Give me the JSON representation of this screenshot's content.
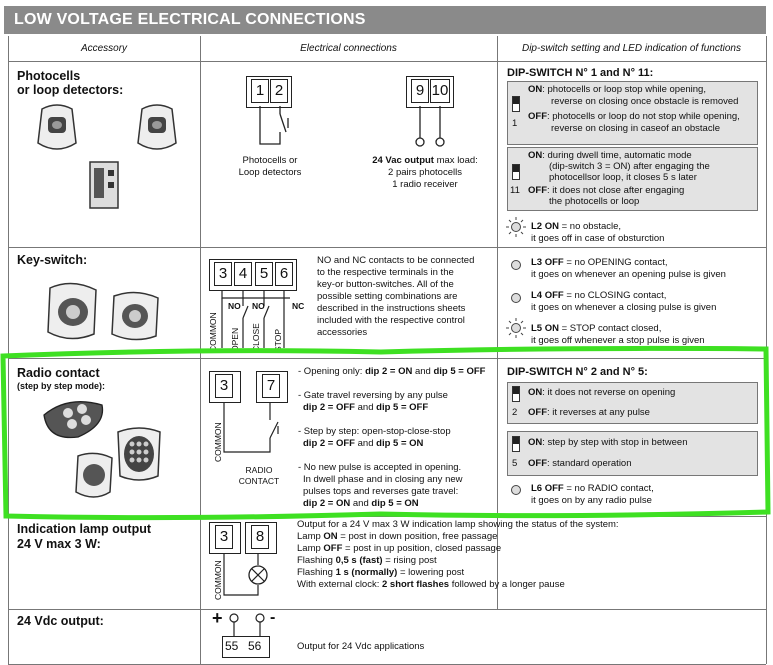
{
  "title": "LOW VOLTAGE ELECTRICAL CONNECTIONS",
  "headers": {
    "accessory": "Accessory",
    "connections": "Electrical connections",
    "dipswitch": "Dip-switch setting and LED indication of functions"
  },
  "photocells": {
    "name_l1": "Photocells",
    "name_l2": "or loop detectors:",
    "terms_a": [
      "1",
      "2"
    ],
    "terms_b": [
      "9",
      "10"
    ],
    "caption_a_l1": "Photocells or",
    "caption_a_l2": "Loop detectors",
    "caption_b_bold": "24 Vac output",
    "caption_b_rest": " max load:",
    "caption_b_l2": "2 pairs photocells",
    "caption_b_l3": "1 radio receiver",
    "dip_title": "DIP-SWITCH N° 1 and N° 11:",
    "dip1_num": "1",
    "dip1_on_key": "ON",
    "dip1_on": ": photocells or loop stop while opening,",
    "dip1_on_2": "reverse on closing once obstacle is removed",
    "dip1_off_key": "OFF",
    "dip1_off": ": photocells or loop do not stop while opening,",
    "dip1_off_2": "reverse on closing in caseof an obstacle",
    "dip11_num": "11",
    "dip11_on_key": "ON",
    "dip11_on": ": during dwell time, automatic mode",
    "dip11_on_2": "(dip-switch 3 = ON) after engaging the",
    "dip11_on_3": "photocellsor loop, it closes 5 s later",
    "dip11_off_key": "OFF",
    "dip11_off": ": it does not close after engaging",
    "dip11_off_2": "the photocells or loop",
    "led_key": "L2 ON",
    "led": " = no obstacle,",
    "led_2": "it goes off in case of obsturction"
  },
  "keyswitch": {
    "name": "Key-switch:",
    "terms": [
      "3",
      "4",
      "5",
      "6"
    ],
    "no1": "NO",
    "no2": "NO",
    "nc": "NC",
    "labels": [
      "COMMON",
      "OPEN",
      "CLOSE",
      "STOP"
    ],
    "desc": [
      "NO and NC contacts to be connected",
      "to the respective terminals in the",
      "key-or button-switches. All of the",
      "possible setting combinations are",
      "described in the instructions sheets",
      "included with the respective control",
      "accessories"
    ],
    "l3_key": "L3 OFF",
    "l3": " = no OPENING contact,",
    "l3_2": "it goes on whenever an opening pulse is given",
    "l4_key": "L4 OFF",
    "l4": " = no CLOSING contact,",
    "l4_2": "it goes on whenever a closing pulse is given",
    "l5_key": "L5 ON",
    "l5": " = STOP contact closed,",
    "l5_2": "it goes off whenever a stop pulse is given"
  },
  "radio": {
    "name": "Radio contact",
    "sub": "(step by step mode):",
    "terms": [
      "3",
      "7"
    ],
    "common": "COMMON",
    "contact_l1": "RADIO",
    "contact_l2": "CONTACT",
    "m1_a": "- Opening only: ",
    "m1_b": "dip 2 = ON",
    "m1_c": " and ",
    "m1_d": "dip 5 = OFF",
    "m2_a": "- Gate travel reversing by any pulse",
    "m2_b": "dip 2 = OFF",
    "m2_c": " and ",
    "m2_d": "dip 5 = OFF",
    "m3_a": "- Step by step: open-stop-close-stop",
    "m3_b": "dip 2 = OFF",
    "m3_c": " and ",
    "m3_d": "dip 5 = ON",
    "m4_a": "- No new pulse is accepted in opening.",
    "m4_b": "In dwell phase and in closing any new",
    "m4_c": "pulses tops and reverses gate travel:",
    "m4_d": "dip 2 = ON",
    "m4_e": " and ",
    "m4_f": "dip 5 = ON",
    "dip_title": "DIP-SWITCH N° 2 and N° 5:",
    "dip2_num": "2",
    "dip2_on_key": "ON",
    "dip2_on": ": it does not reverse on opening",
    "dip2_off_key": "OFF",
    "dip2_off": ": it reverses at any pulse",
    "dip5_num": "5",
    "dip5_on_key": "ON",
    "dip5_on": ": step by step with stop in between",
    "dip5_off_key": "OFF",
    "dip5_off": ": standard operation",
    "l6_key": "L6 OFF",
    "l6": " = no RADIO contact,",
    "l6_2": "it goes on by any radio pulse"
  },
  "lamp": {
    "name_l1": "Indication lamp output",
    "name_l2": "24 V max 3 W:",
    "terms": [
      "3",
      "8"
    ],
    "common": "COMMON",
    "d1": "Output for a 24 V max 3 W indication lamp showing the status of the system:",
    "d2_a": "Lamp ",
    "d2_b": "ON",
    "d2_c": " = post in down position, free passage",
    "d3_a": "Lamp ",
    "d3_b": "OFF",
    "d3_c": " = post in up position, closed passage",
    "d4_a": "Flashing ",
    "d4_b": "0,5 s (fast)",
    "d4_c": " = rising post",
    "d5_a": "Flashing ",
    "d5_b": "1 s (normally)",
    "d5_c": " = lowering post",
    "d6_a": "With external clock: ",
    "d6_b": "2 short flashes",
    "d6_c": " followed by a longer pause"
  },
  "vdc": {
    "name": "24 Vdc output:",
    "plus": "+",
    "minus": "-",
    "terms": [
      "55",
      "56"
    ],
    "desc": "Output for 24 Vdc applications"
  },
  "colors": {
    "title_bg": "#8a8a8a",
    "box_bg": "#e3e3e3",
    "highlight": "#3ee022"
  }
}
